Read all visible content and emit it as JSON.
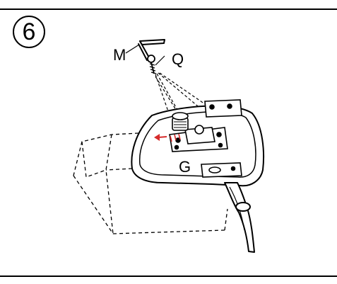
{
  "step": {
    "number": "6"
  },
  "callouts": {
    "m": "M",
    "q": "Q",
    "g": "G"
  },
  "colors": {
    "line": "#000000",
    "accent": "#d62b2b",
    "background": "#ffffff"
  },
  "icons": {
    "step_badge": "circled-number-six",
    "tool": "hex-key-icon",
    "screw": "screw-icon",
    "direction_arrow": "left-arrow-icon"
  }
}
